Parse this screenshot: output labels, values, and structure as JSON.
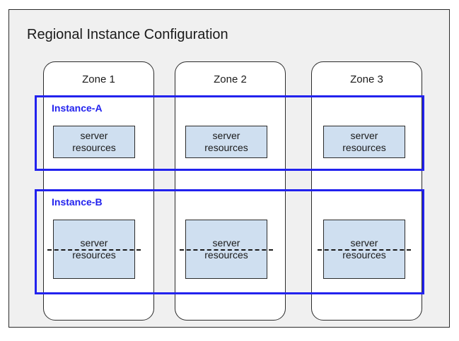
{
  "diagram": {
    "type": "architecture-diagram",
    "title": "Regional Instance Configuration",
    "background_color": "#f0f0f0",
    "page_background_color": "#ffffff",
    "accent_color": "#2222ee",
    "server_box_color": "#cfdff0",
    "outline_color": "#2b2b2b"
  },
  "zones": [
    {
      "label": "Zone 1"
    },
    {
      "label": "Zone 2"
    },
    {
      "label": "Zone 3"
    }
  ],
  "instances": [
    {
      "label": "Instance-A",
      "color": "#2222ee",
      "split": false,
      "resources": [
        {
          "line1": "server",
          "line2": "resources"
        },
        {
          "line1": "server",
          "line2": "resources"
        },
        {
          "line1": "server",
          "line2": "resources"
        }
      ]
    },
    {
      "label": "Instance-B",
      "color": "#2222ee",
      "split": true,
      "resources": [
        {
          "line1": "server",
          "line2": "resources"
        },
        {
          "line1": "server",
          "line2": "resources"
        },
        {
          "line1": "server",
          "line2": "resources"
        }
      ]
    }
  ]
}
